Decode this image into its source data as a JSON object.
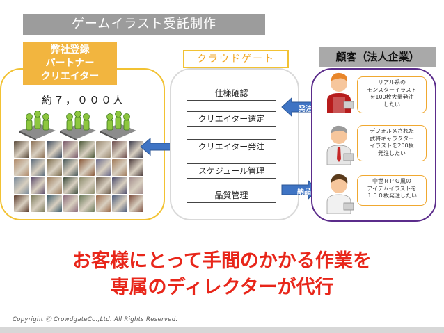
{
  "title": "ゲームイラスト受託制作",
  "creators": {
    "header_lines": [
      "弊社登録",
      "パートナー",
      "クリエイター"
    ],
    "count": "約７，０００人"
  },
  "crowdgate": {
    "header": "クラウドゲート",
    "steps": [
      "仕様確認",
      "クリエイター選定",
      "クリエイター発注",
      "スケジュール管理",
      "品質管理"
    ]
  },
  "clients": {
    "header": "顧客（法人企業）",
    "requests": [
      {
        "lines": [
          "リアル系の",
          "モンスターイラスト",
          "を100枚大量発注",
          "したい"
        ]
      },
      {
        "lines": [
          "デフォルメされた",
          "武将キャラクター",
          "イラストを200枚",
          "発注したい"
        ]
      },
      {
        "lines": [
          "中世ＲＰＧ風の",
          "アイテムイラストを",
          "１５０枚発注したい"
        ]
      }
    ]
  },
  "arrows": {
    "order": "発注",
    "delivery": "納品"
  },
  "message": [
    "お客様にとって手間のかかる作業を",
    "専属のディレクターが代行"
  ],
  "copyright": "Copyright Ⓒ CrowdgateCo.,Ltd. All Rights Reserved.",
  "icons": [
    "people-group-icon",
    "illustration-thumbnail-icon",
    "client-person-icon",
    "arrow-left-icon",
    "arrow-right-icon",
    "double-arrow-icon"
  ],
  "colors": {
    "creator_accent": "#f2b53f",
    "client_frame": "#5b2c8b",
    "arrow": "#3f74c4",
    "message": "#e8261a"
  }
}
